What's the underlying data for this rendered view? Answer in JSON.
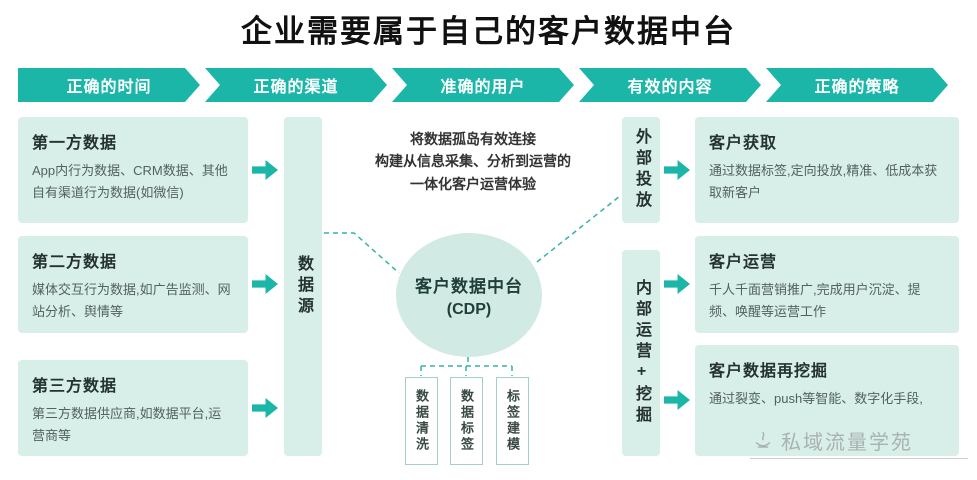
{
  "title": "企业需要属于自己的客户数据中台",
  "banner": {
    "items": [
      "正确的时间",
      "正确的渠道",
      "准确的用户",
      "有效的内容",
      "正确的策略"
    ]
  },
  "left_boxes": [
    {
      "title": "第一方数据",
      "body": "App内行为数据、CRM数据、其他自有渠道行为数据(如微信)"
    },
    {
      "title": "第二方数据",
      "body": "媒体交互行为数据,如广告监测、网站分析、舆情等"
    },
    {
      "title": "第三方数据",
      "body": "第三方数据供应商,如数据平台,运营商等"
    }
  ],
  "data_source_label": "数据源",
  "center": {
    "description": "将数据孤岛有效连接\n构建从信息采集、分析到运营的\n一体化客户运营体验",
    "hub_title": "客户数据中台",
    "hub_subtitle": "(CDP)",
    "process_boxes": [
      "数据清洗",
      "数据标签",
      "标签建模"
    ]
  },
  "right_channels": [
    {
      "label": "外部投放"
    },
    {
      "label": "内部运营+挖掘"
    }
  ],
  "right_boxes": [
    {
      "title": "客户获取",
      "body": "通过数据标签,定向投放,精准、低成本获取新客户"
    },
    {
      "title": "客户运营",
      "body": "千人千面营销推广,完成用户沉淀、提频、唤醒等运营工作"
    },
    {
      "title": "客户数据再挖掘",
      "body": "通过裂变、push等智能、数字化手段,"
    }
  ],
  "watermark": "私域流量学苑",
  "colors": {
    "teal": "#1cb6a9",
    "mint": "#d8eee9"
  }
}
